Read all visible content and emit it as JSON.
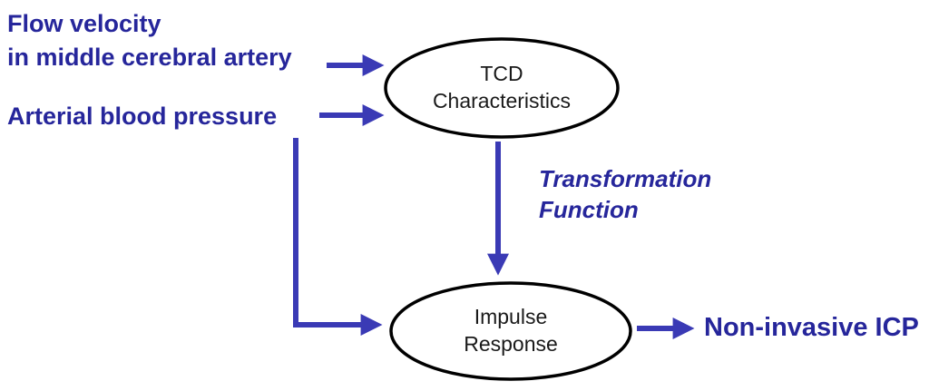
{
  "diagram": {
    "title": "TCD to non-invasive ICP transformation diagram",
    "colors": {
      "text_accent": "#26269b",
      "arrow": "#3a3ab5",
      "node_border": "#000000",
      "node_fill": "#ffffff",
      "node_text": "#1a1a1a",
      "background": "#ffffff"
    },
    "inputs": [
      {
        "label": "Flow velocity\nin middle cerebral artery"
      },
      {
        "label": "Arterial blood pressure"
      }
    ],
    "nodes": [
      {
        "label": "TCD\nCharacteristics"
      },
      {
        "label": "Impulse\nResponse"
      }
    ],
    "edge_label": {
      "label": "Transformation\nFunction"
    },
    "output": {
      "label": "Non-invasive ICP"
    }
  }
}
